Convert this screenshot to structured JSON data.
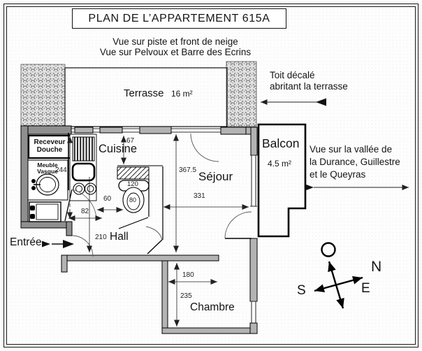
{
  "title": "PLAN DE L’APPARTEMENT 615A",
  "header": {
    "view_line1": "Vue sur piste et front de neige",
    "view_line2": "Vue sur Pelvoux et Barre des Ecrins"
  },
  "roof_note": {
    "line1": "Toit décalé",
    "line2": "abritant la terrasse"
  },
  "right_view": {
    "line1": "Vue sur la vallée de",
    "line2": "la Durance, Guillestre",
    "line3": "et le Queyras"
  },
  "rooms": {
    "terrasse": "Terrasse",
    "terrasse_area": "16 m²",
    "cuisine": "Cuisine",
    "sejour": "Séjour",
    "hall": "Hall",
    "chambre": "Chambre",
    "balcon": "Balcon",
    "balcon_area": "4.5 m²"
  },
  "bathroom": {
    "shower_line1": "Receveur",
    "shower_line2": "Douche",
    "vanity_line1": "Meuble",
    "vanity_line2": "Vasque"
  },
  "entrance_label": "Entrée",
  "dimensions": {
    "kitchen_front": "67",
    "bathroom_length": "244",
    "wc_length": "120",
    "wc_bowl": "80",
    "passage": "60",
    "hall_width": "82",
    "hall_length": "210",
    "sejour_length": "367.5",
    "sejour_width": "331",
    "chambre_width": "180",
    "chambre_length": "235"
  },
  "compass": {
    "north": "N",
    "east": "E",
    "south": "S"
  },
  "colors": {
    "wall": "#b3b3b3",
    "wall_dark": "#8f8f8f",
    "ink": "#141414"
  }
}
